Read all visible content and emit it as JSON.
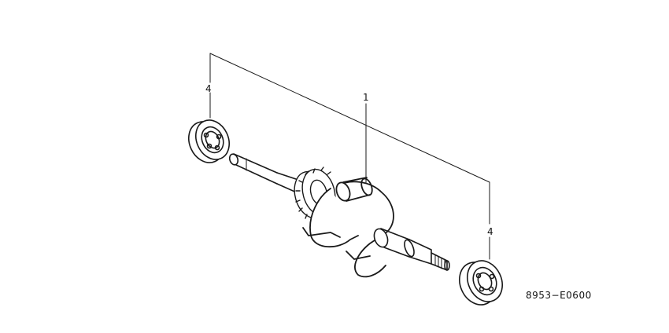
{
  "diagram": {
    "callouts": {
      "crankshaft": "1",
      "bearing_top": "4",
      "bearing_bottom": "4"
    },
    "reference_code": "8953−E0600"
  }
}
